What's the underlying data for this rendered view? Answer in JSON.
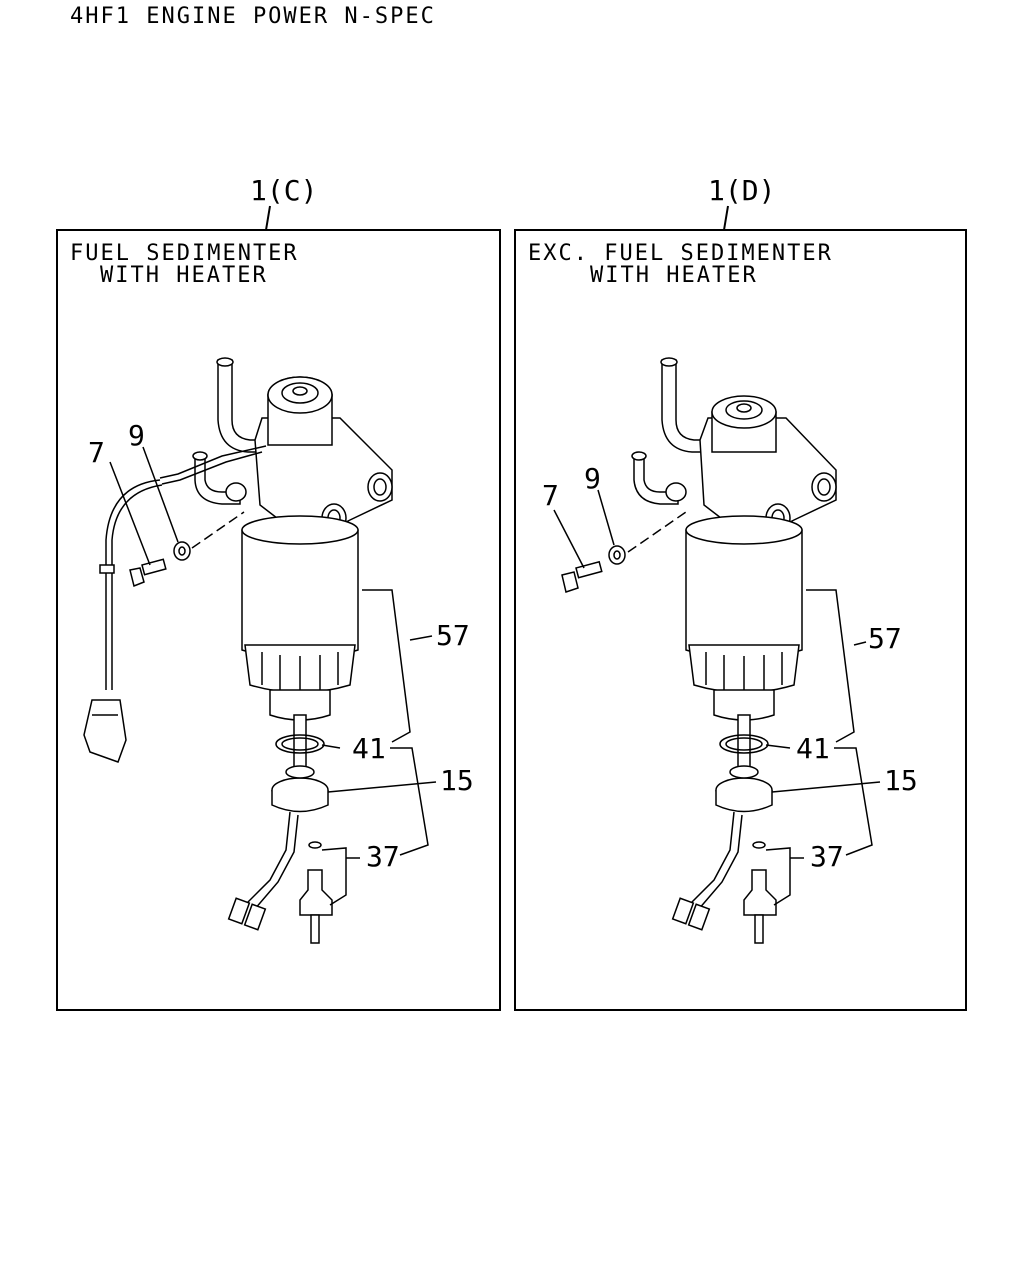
{
  "title": "4HF1 ENGINE POWER N-SPEC",
  "panels": [
    {
      "ref": "1(C)",
      "heading_line1": "FUEL SEDIMENTER",
      "heading_line2": "WITH HEATER",
      "callouts": [
        "7",
        "9",
        "57",
        "41",
        "15",
        "37"
      ]
    },
    {
      "ref": "1(D)",
      "heading_line1": "EXC. FUEL SEDIMENTER",
      "heading_line2": "WITH HEATER",
      "callouts": [
        "7",
        "9",
        "57",
        "41",
        "15",
        "37"
      ]
    }
  ]
}
